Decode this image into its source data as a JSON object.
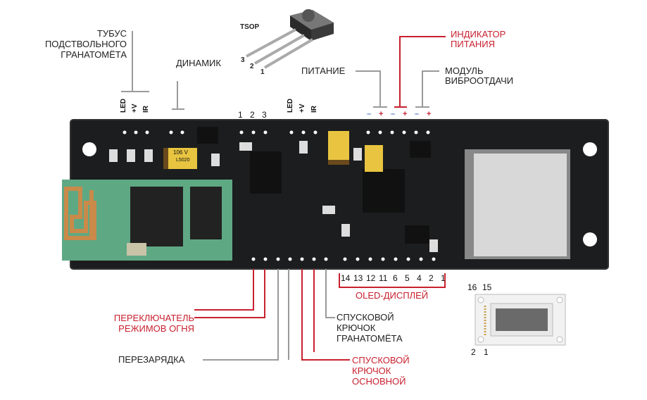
{
  "labels": {
    "tube": [
      "ТУБУС",
      "ПОДСТВОЛЬНОГО",
      "ГРАНАТОМЁТА"
    ],
    "speaker": "ДИНАМИК",
    "tsop": "TSOP",
    "tsop_pins": [
      "3",
      "2",
      "1"
    ],
    "power": "ПИТАНИЕ",
    "power_indicator": [
      "ИНДИКАТОР",
      "ПИТАНИЯ"
    ],
    "recoil": [
      "МОДУЛЬ",
      "ВИБРООТДАЧИ"
    ],
    "fire_mode": [
      "ПЕРЕКЛЮЧАТЕЛЬ",
      "РЕЖИМОВ ОГНЯ"
    ],
    "reload": "ПЕРЕЗАРЯДКА",
    "main_trigger": [
      "СПУСКОВОЙ",
      "КРЮЧОК",
      "ОСНОВНОЙ"
    ],
    "gl_trigger": [
      "СПУСКОВОЙ",
      "КРЮЧОК",
      "ГРАНАТОМЁТА"
    ],
    "oled": "OLED-ДИСПЛЕЙ",
    "oled_module_pins_top": [
      "16",
      "15"
    ],
    "oled_module_pins_bottom": [
      "2",
      "1"
    ]
  },
  "header_left": [
    "LED",
    "+V",
    "IR"
  ],
  "header_mid": [
    "LED",
    "+V",
    "IR"
  ],
  "header_123": [
    "1",
    "2",
    "3"
  ],
  "bottom_pins": [
    "14",
    "13",
    "12",
    "11",
    "6",
    "5",
    "4",
    "2",
    "1"
  ],
  "polarity": [
    "–",
    "+",
    "–",
    "+",
    "–",
    "+"
  ],
  "capacitor": [
    "106 V",
    "L5020"
  ],
  "colors": {
    "accent": "#c8202f",
    "board": "#1c1d1e",
    "bt_module": "#5fa884",
    "line": "#9a9a9a"
  }
}
